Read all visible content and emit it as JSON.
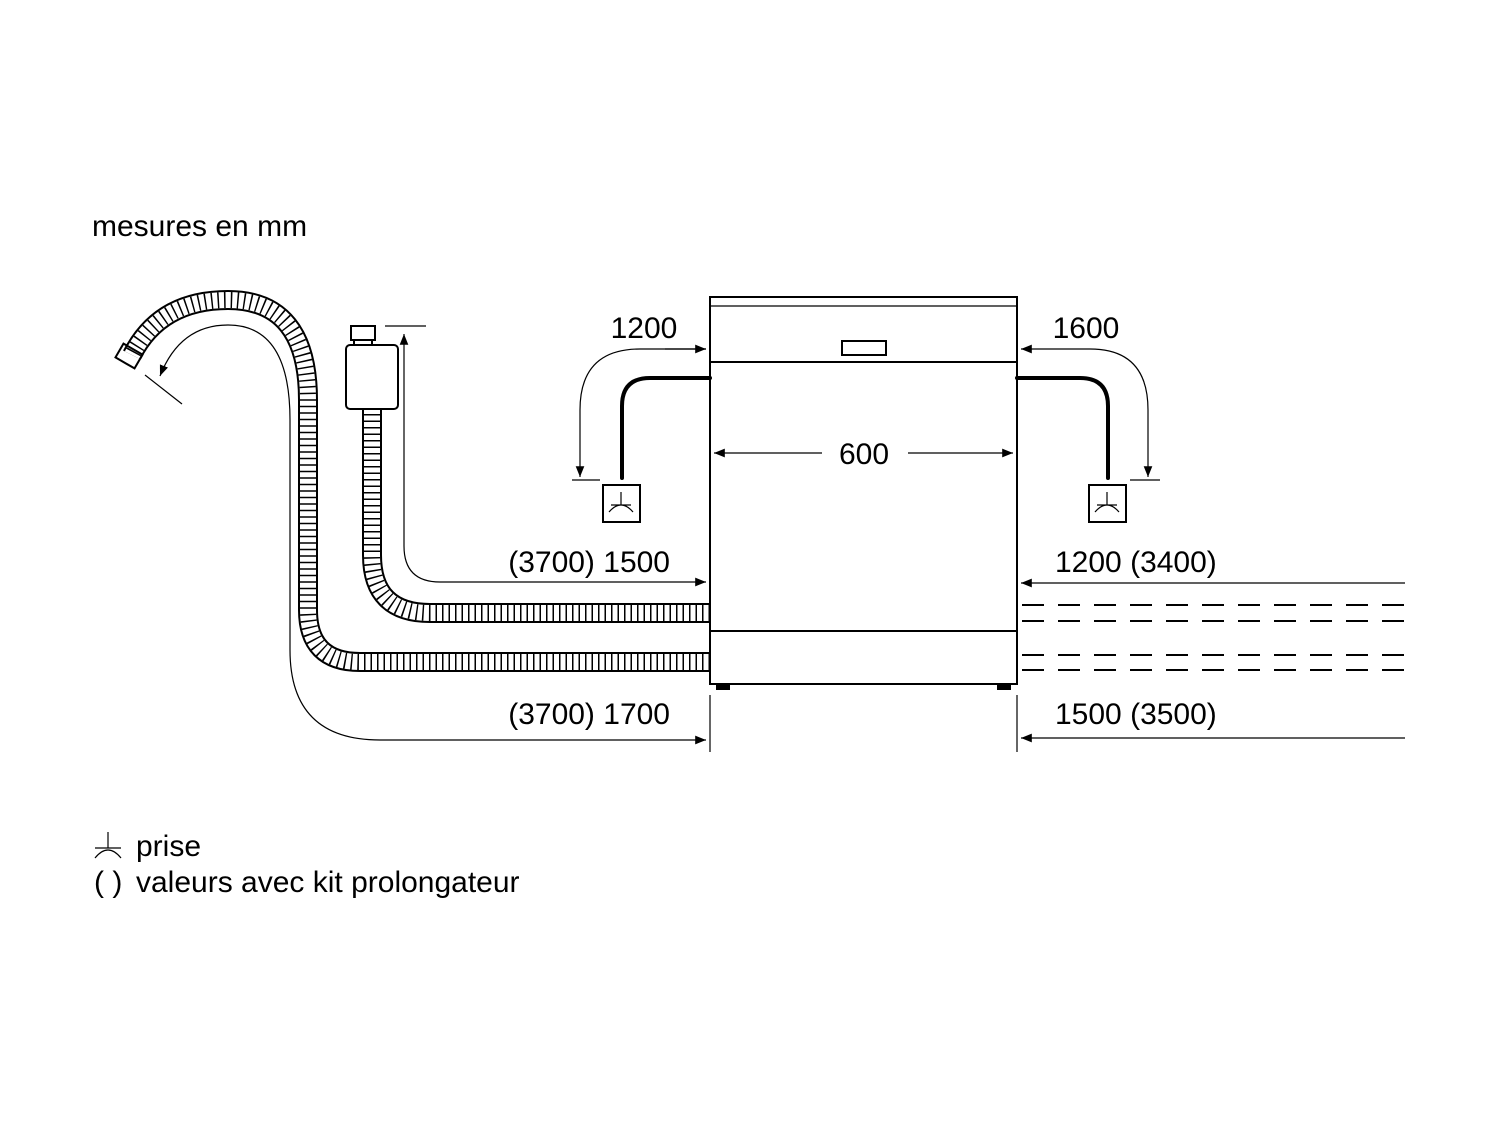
{
  "units_note": "mesures en mm",
  "dimensions": {
    "width": "600",
    "power_left": "1200",
    "power_right": "1600",
    "inlet_left": "(3700) 1500",
    "inlet_right": "1200 (3400)",
    "drain_left": "(3700) 1700",
    "drain_right": "1500 (3500)"
  },
  "legend": {
    "socket_label": "prise",
    "socket_icon": "socket-icon",
    "parens_symbol": "( )",
    "parens_label": "valeurs avec kit prolongateur"
  }
}
